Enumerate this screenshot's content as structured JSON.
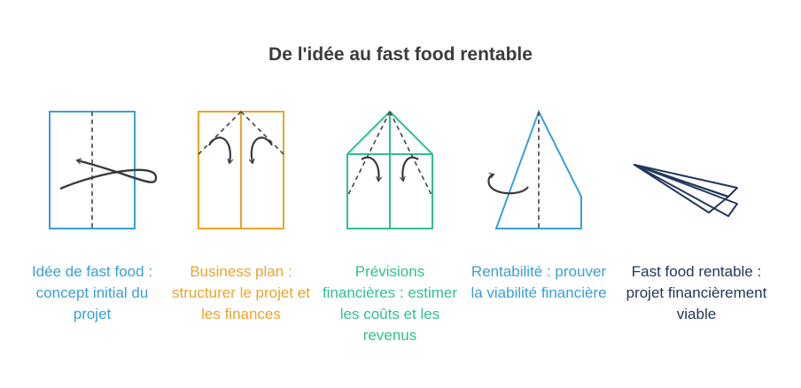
{
  "title": "De l'idée au fast food rentable",
  "steps": [
    {
      "label": "Idée de fast food : concept initial du projet",
      "color": "#3a9fd6",
      "icon": "folding-paper-step-1-icon"
    },
    {
      "label": "Business plan : structurer le projet et les finances",
      "color": "#e9a42a",
      "icon": "folding-paper-step-2-icon"
    },
    {
      "label": "Prévisions financières : estimer les coûts et les revenus",
      "color": "#2fbf93",
      "icon": "folding-paper-step-3-icon"
    },
    {
      "label": "Rentabilité : prouver la viabilité financière",
      "color": "#3a9fd6",
      "icon": "folding-paper-step-4-icon"
    },
    {
      "label": "Fast food rentable : projet financièrement viable",
      "color": "#22385c",
      "icon": "paper-plane-icon"
    }
  ],
  "colors": {
    "title": "#3c3c3c",
    "fold_line": "#444444",
    "arrow": "#3a3a3a"
  }
}
